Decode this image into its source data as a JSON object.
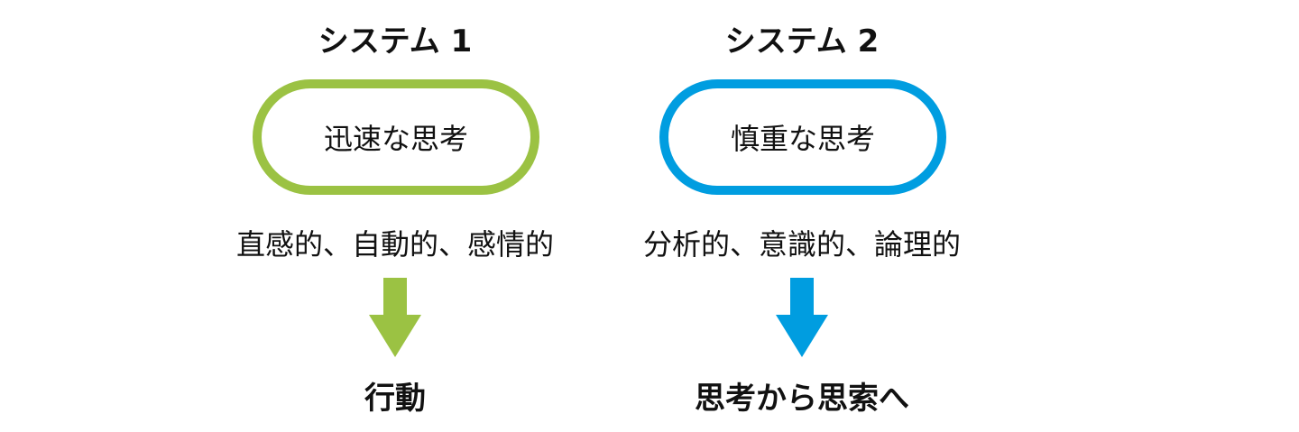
{
  "colors": {
    "system1": "#9bc243",
    "system2": "#009de0"
  },
  "system1": {
    "title": "システム 1",
    "mode": "迅速な思考",
    "traits": "直感的、自動的、感情的",
    "result": "行動",
    "arrow_icon": "arrow-down-icon"
  },
  "system2": {
    "title": "システム 2",
    "mode": "慎重な思考",
    "traits": "分析的、意識的、論理的",
    "result": "思考から思索へ",
    "arrow_icon": "arrow-down-icon"
  }
}
